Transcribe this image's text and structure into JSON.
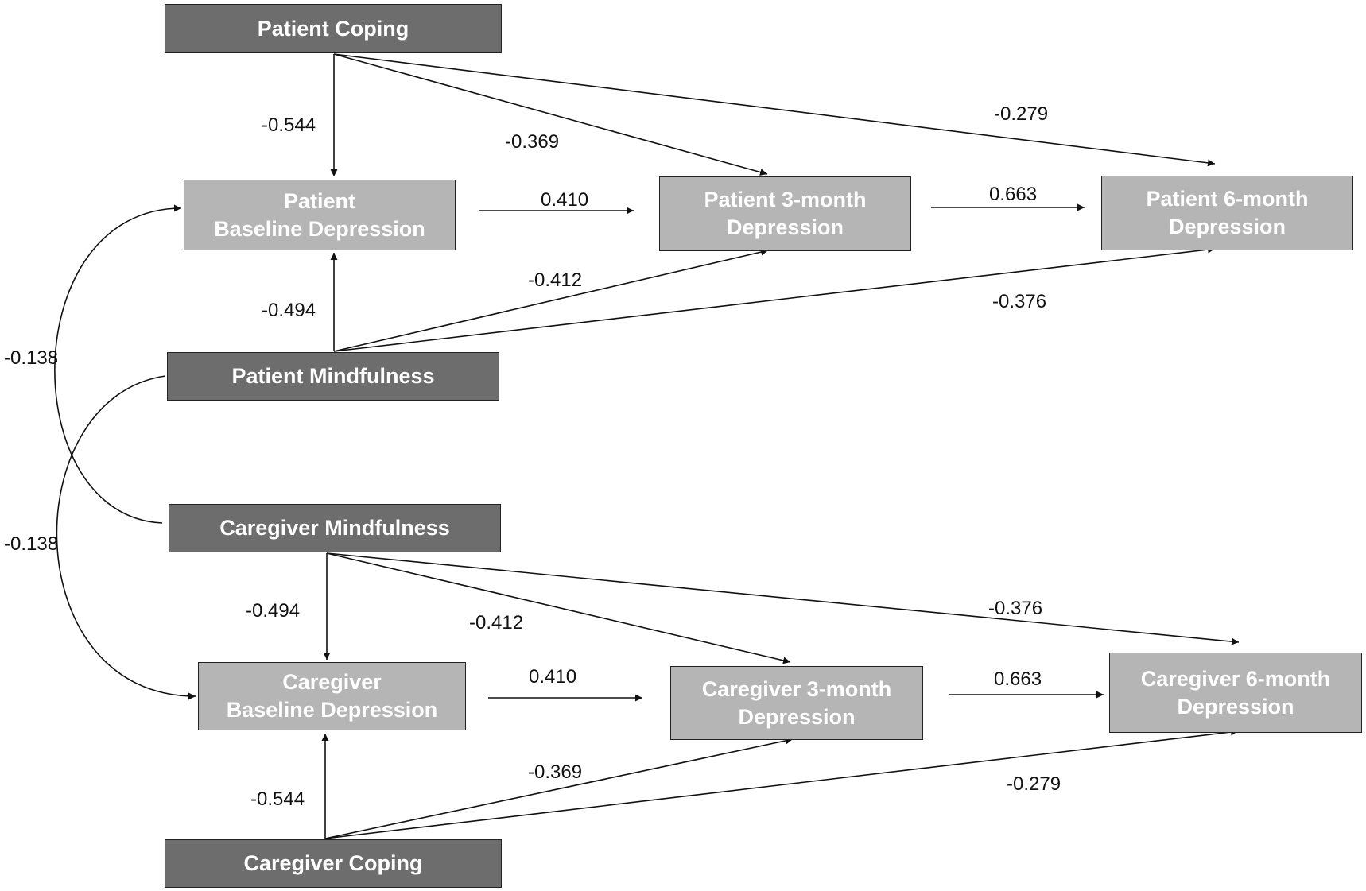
{
  "colors": {
    "exogenous_box": "#6d6d6d",
    "depression_box": "#b5b5b5",
    "box_text": "#ffffff",
    "lines": "#111111"
  },
  "boxes": {
    "patient_coping": {
      "lines": [
        "Patient Coping"
      ]
    },
    "patient_baseline": {
      "lines": [
        "Patient",
        "Baseline Depression"
      ]
    },
    "patient_3month": {
      "lines": [
        "Patient 3-month",
        "Depression"
      ]
    },
    "patient_6month": {
      "lines": [
        "Patient 6-month",
        "Depression"
      ]
    },
    "patient_mindfulness": {
      "lines": [
        "Patient Mindfulness"
      ]
    },
    "caregiver_mindfulness": {
      "lines": [
        "Caregiver Mindfulness"
      ]
    },
    "caregiver_baseline": {
      "lines": [
        "Caregiver",
        "Baseline Depression"
      ]
    },
    "caregiver_3month": {
      "lines": [
        "Caregiver 3-month",
        "Depression"
      ]
    },
    "caregiver_6month": {
      "lines": [
        "Caregiver 6-month",
        "Depression"
      ]
    },
    "caregiver_coping": {
      "lines": [
        "Caregiver Coping"
      ]
    }
  },
  "paths": [
    {
      "id": "pc_pbase",
      "from": "Patient Coping",
      "to": "Patient Baseline Depression",
      "coef": "-0.544"
    },
    {
      "id": "pc_p3",
      "from": "Patient Coping",
      "to": "Patient 3-month Depression",
      "coef": "-0.369"
    },
    {
      "id": "pc_p6",
      "from": "Patient Coping",
      "to": "Patient 6-month Depression",
      "coef": "-0.279"
    },
    {
      "id": "pbase_p3",
      "from": "Patient Baseline Depression",
      "to": "Patient 3-month Depression",
      "coef": "0.410"
    },
    {
      "id": "p3_p6",
      "from": "Patient 3-month Depression",
      "to": "Patient 6-month Depression",
      "coef": "0.663"
    },
    {
      "id": "pm_pbase",
      "from": "Patient Mindfulness",
      "to": "Patient Baseline Depression",
      "coef": "-0.494"
    },
    {
      "id": "pm_p3",
      "from": "Patient Mindfulness",
      "to": "Patient 3-month Depression",
      "coef": "-0.412"
    },
    {
      "id": "pm_p6",
      "from": "Patient Mindfulness",
      "to": "Patient 6-month Depression",
      "coef": "-0.376"
    },
    {
      "id": "cm_pbase",
      "from": "Caregiver Mindfulness",
      "to": "Patient Baseline Depression",
      "coef": "-0.138"
    },
    {
      "id": "pm_cbase",
      "from": "Patient Mindfulness",
      "to": "Caregiver Baseline Depression",
      "coef": "-0.138"
    },
    {
      "id": "cm_cbase",
      "from": "Caregiver Mindfulness",
      "to": "Caregiver Baseline Depression",
      "coef": "-0.494"
    },
    {
      "id": "cm_c3",
      "from": "Caregiver Mindfulness",
      "to": "Caregiver 3-month Depression",
      "coef": "-0.412"
    },
    {
      "id": "cm_c6",
      "from": "Caregiver Mindfulness",
      "to": "Caregiver 6-month Depression",
      "coef": "-0.376"
    },
    {
      "id": "cbase_c3",
      "from": "Caregiver Baseline Depression",
      "to": "Caregiver 3-month Depression",
      "coef": "0.410"
    },
    {
      "id": "c3_c6",
      "from": "Caregiver 3-month Depression",
      "to": "Caregiver 6-month Depression",
      "coef": "0.663"
    },
    {
      "id": "cc_cbase",
      "from": "Caregiver Coping",
      "to": "Caregiver Baseline Depression",
      "coef": "-0.544"
    },
    {
      "id": "cc_c3",
      "from": "Caregiver Coping",
      "to": "Caregiver 3-month Depression",
      "coef": "-0.369"
    },
    {
      "id": "cc_c6",
      "from": "Caregiver Coping",
      "to": "Caregiver 6-month Depression",
      "coef": "-0.279"
    }
  ]
}
